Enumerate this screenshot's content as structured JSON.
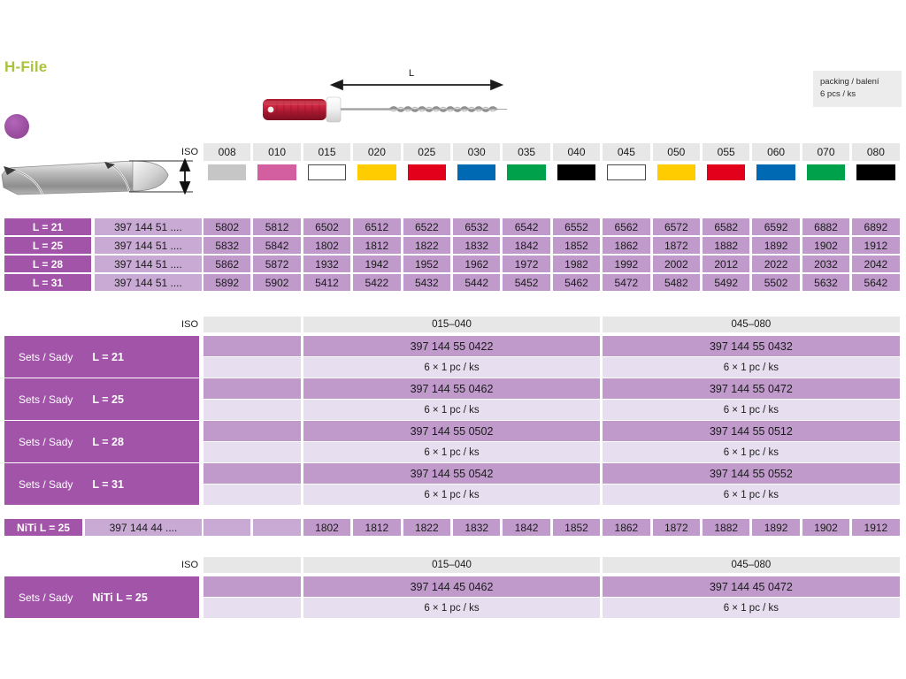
{
  "header": {
    "title": "H-File",
    "dim_label": "L",
    "packing_line1": "packing / balení",
    "packing_line2": "6 pcs / ks"
  },
  "iso": {
    "label": "ISO",
    "sizes": [
      "008",
      "010",
      "015",
      "020",
      "025",
      "030",
      "035",
      "040",
      "045",
      "050",
      "055",
      "060",
      "070",
      "080"
    ],
    "colors": [
      "#c6c6c6",
      "#d45fa0",
      "#ffffff",
      "#ffcc00",
      "#e2001a",
      "#0069b4",
      "#00a14b",
      "#000000",
      "#ffffff",
      "#ffcc00",
      "#e2001a",
      "#0069b4",
      "#00a14b",
      "#000000"
    ]
  },
  "main_table": {
    "rows": [
      {
        "label": "L = 21",
        "code": "397 144 51 ....",
        "values": [
          "5802",
          "5812",
          "6502",
          "6512",
          "6522",
          "6532",
          "6542",
          "6552",
          "6562",
          "6572",
          "6582",
          "6592",
          "6882",
          "6892"
        ]
      },
      {
        "label": "L = 25",
        "code": "397 144 51 ....",
        "values": [
          "5832",
          "5842",
          "1802",
          "1812",
          "1822",
          "1832",
          "1842",
          "1852",
          "1862",
          "1872",
          "1882",
          "1892",
          "1902",
          "1912"
        ]
      },
      {
        "label": "L = 28",
        "code": "397 144 51 ....",
        "values": [
          "5862",
          "5872",
          "1932",
          "1942",
          "1952",
          "1962",
          "1972",
          "1982",
          "1992",
          "2002",
          "2012",
          "2022",
          "2032",
          "2042"
        ]
      },
      {
        "label": "L = 31",
        "code": "397 144 51 ....",
        "values": [
          "5892",
          "5902",
          "5412",
          "5422",
          "5432",
          "5442",
          "5452",
          "5462",
          "5472",
          "5482",
          "5492",
          "5502",
          "5632",
          "5642"
        ]
      }
    ]
  },
  "sets_section": {
    "iso_label": "ISO",
    "range_left": "015–040",
    "range_right": "045–080",
    "rows": [
      {
        "prefix": "Sets / Sady",
        "length": "L = 21",
        "code_left": "397 144 55 0422",
        "qty_left": "6 × 1 pc / ks",
        "code_right": "397 144 55 0432",
        "qty_right": "6 × 1 pc / ks"
      },
      {
        "prefix": "Sets / Sady",
        "length": "L = 25",
        "code_left": "397 144 55 0462",
        "qty_left": "6 × 1 pc / ks",
        "code_right": "397 144 55 0472",
        "qty_right": "6 × 1 pc / ks"
      },
      {
        "prefix": "Sets / Sady",
        "length": "L = 28",
        "code_left": "397 144 55 0502",
        "qty_left": "6 × 1 pc / ks",
        "code_right": "397 144 55 0512",
        "qty_right": "6 × 1 pc / ks"
      },
      {
        "prefix": "Sets / Sady",
        "length": "L = 31",
        "code_left": "397 144 55 0542",
        "qty_left": "6 × 1 pc / ks",
        "code_right": "397 144 55 0552",
        "qty_right": "6 × 1 pc / ks"
      }
    ]
  },
  "niti_row": {
    "label": "NiTi L = 25",
    "code": "397 144 44 ....",
    "values": [
      "",
      "",
      "1802",
      "1812",
      "1822",
      "1832",
      "1842",
      "1852",
      "1862",
      "1872",
      "1882",
      "1892",
      "1902",
      "1912"
    ]
  },
  "niti_sets_section": {
    "iso_label": "ISO",
    "range_left": "015–040",
    "range_right": "045–080",
    "rows": [
      {
        "prefix": "Sets / Sady",
        "length": "NiTi L = 25",
        "code_left": "397 144 45 0462",
        "qty_left": "6 × 1 pc / ks",
        "code_right": "397 144 45 0472",
        "qty_right": "6 × 1 pc / ks"
      }
    ]
  },
  "theme": {
    "title_color": "#a9c43c",
    "dark_purple": "#a254a8",
    "mid_purple": "#bf9acb",
    "light_purple": "#c9aad4",
    "pale_purple": "#e7dff0",
    "grey": "#e7e7e7"
  }
}
